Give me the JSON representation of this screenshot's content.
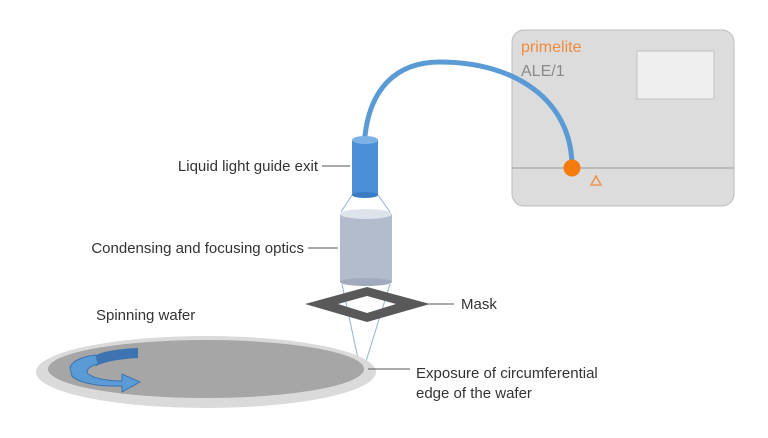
{
  "device": {
    "brand": "primelite",
    "model": "ALE/1",
    "panel_color": "#dcdcdc",
    "brand_color": "#f08a3c",
    "model_color": "#8a8a8a",
    "port_color": "#f47c0e",
    "icon": "warning-triangle-icon"
  },
  "labels": {
    "light_guide_exit": "Liquid light guide exit",
    "optics": "Condensing and focusing optics",
    "mask": "Mask",
    "spinning_wafer": "Spinning wafer",
    "exposure_line1": "Exposure of circumferential",
    "exposure_line2": "edge of the wafer"
  },
  "colors": {
    "cable": "#5b9bd5",
    "light_guide": "#4a8fd6",
    "optics_body": "#b3bccd",
    "mask": "#595959",
    "wafer": "#a6a6a6",
    "wafer_rim": "#dadada",
    "arrow": "#4a8fd6"
  }
}
